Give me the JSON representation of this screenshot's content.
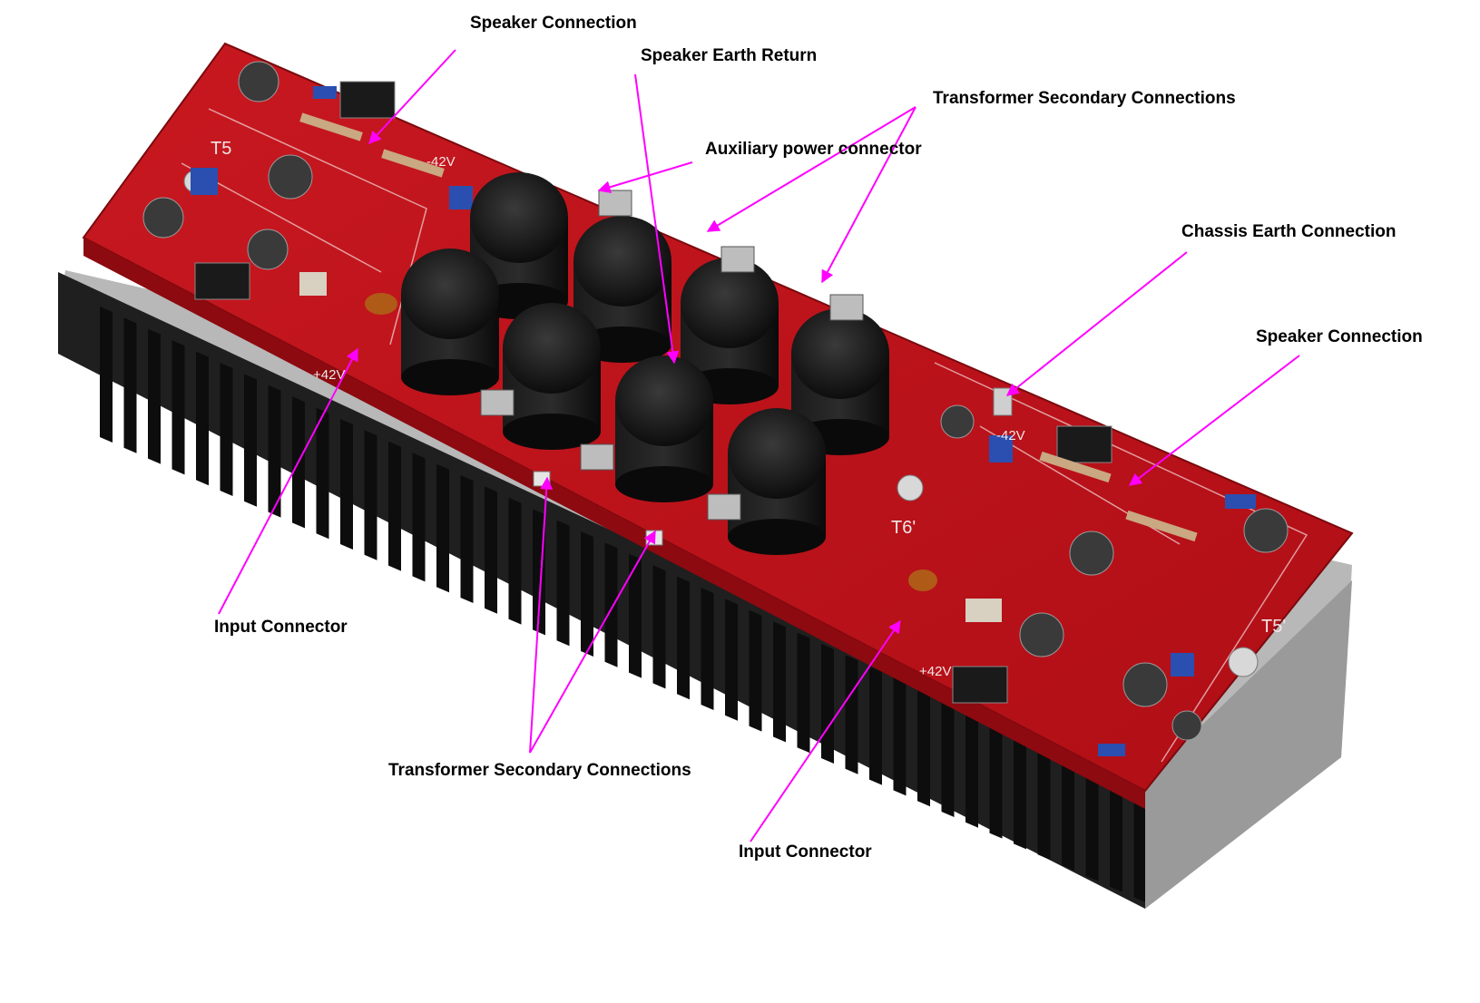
{
  "colors": {
    "annotation": "#ff00ff",
    "pcb_red": "#c0121a",
    "heatsink": "#1e1e1e",
    "heatsink_frame": "#b8b8b8",
    "capacitor": "#121212"
  },
  "annotations": {
    "speaker_connection_top": "Speaker Connection",
    "speaker_earth_return": "Speaker Earth Return",
    "transformer_secondary_top": "Transformer Secondary Connections",
    "auxiliary_power": "Auxiliary power connector",
    "chassis_earth": "Chassis Earth Connection",
    "speaker_connection_right": "Speaker Connection",
    "input_connector_left": "Input Connector",
    "transformer_secondary_bottom": "Transformer Secondary Connections",
    "input_connector_bottom": "Input Connector"
  },
  "board": {
    "silk": {
      "minus_42v_left": "-42V",
      "plus_42v_left": "+42V",
      "minus_42v_right": "-42V",
      "plus_42v_right": "+42V",
      "t5_left": "T5",
      "t5_right": "T5'",
      "t6_right": "T6'"
    }
  }
}
